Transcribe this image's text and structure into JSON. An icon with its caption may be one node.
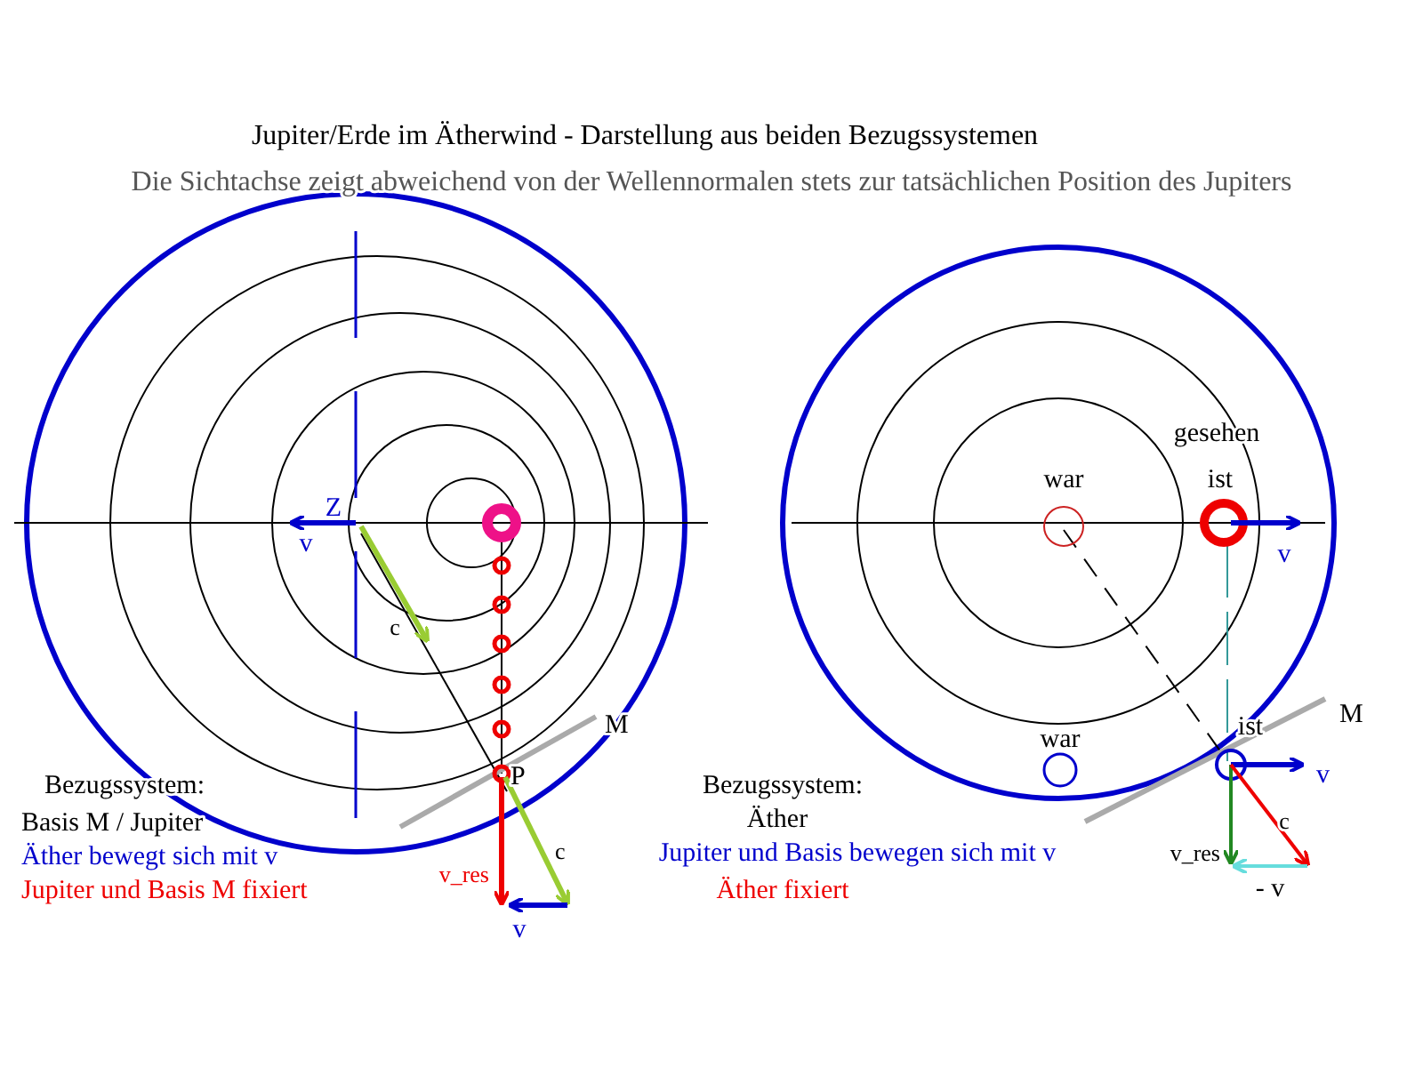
{
  "diagram": {
    "title": "Jupiter/Erde im Ätherwind - Darstellung aus beiden Bezugssystemen",
    "labels": [
      "Die Sichtachse zeigt abweichend von der Wellennormalen stets zur tatsächlichen Position des Jupiters",
      "gesehen",
      "war",
      "ist",
      "Z",
      "v",
      "v",
      "c",
      "M",
      "war",
      "ist",
      "M",
      "Bezugssystem:",
      "P",
      "v",
      "Bezugssystem:",
      "Basis M / Jupiter",
      "Äther",
      "c",
      "Äther bewegt sich mit v",
      "c",
      "Jupiter und Basis bewegen sich mit v",
      "v_res",
      "v_res",
      "- v",
      "Jupiter und Basis M fixiert",
      "Äther fixiert",
      "v"
    ]
  }
}
